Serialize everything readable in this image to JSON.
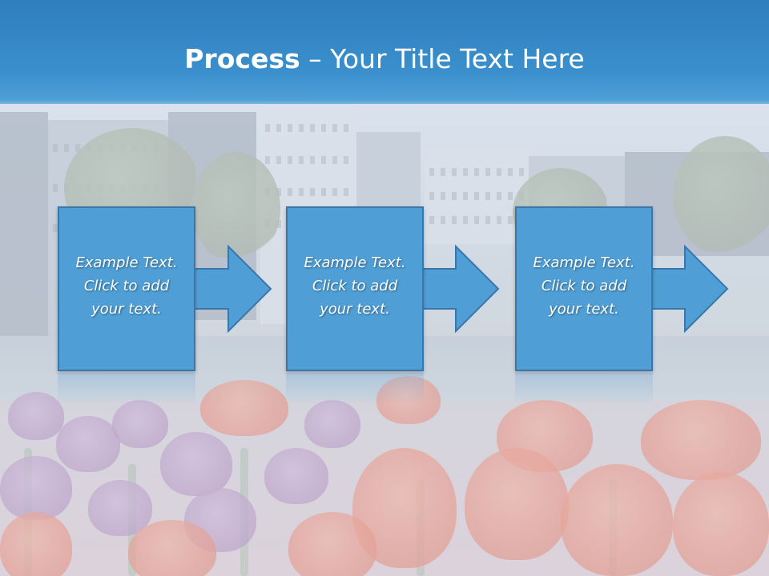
{
  "title": {
    "bold_part": "Process",
    "rest_part": " – Your Title Text Here"
  },
  "steps": [
    {
      "line1": "Example Text.",
      "line2": "Click  to add",
      "line3": "your text."
    },
    {
      "line1": "Example Text.",
      "line2": "Click  to add",
      "line3": "your text."
    },
    {
      "line1": "Example Text.",
      "line2": "Click  to add",
      "line3": "your text."
    }
  ],
  "colors": {
    "header": "#3a8fcc",
    "step_fill": "#4f9fd6",
    "step_border": "#3b75a9",
    "text": "#ffffff"
  },
  "icons": [
    "right-arrow-icon"
  ]
}
